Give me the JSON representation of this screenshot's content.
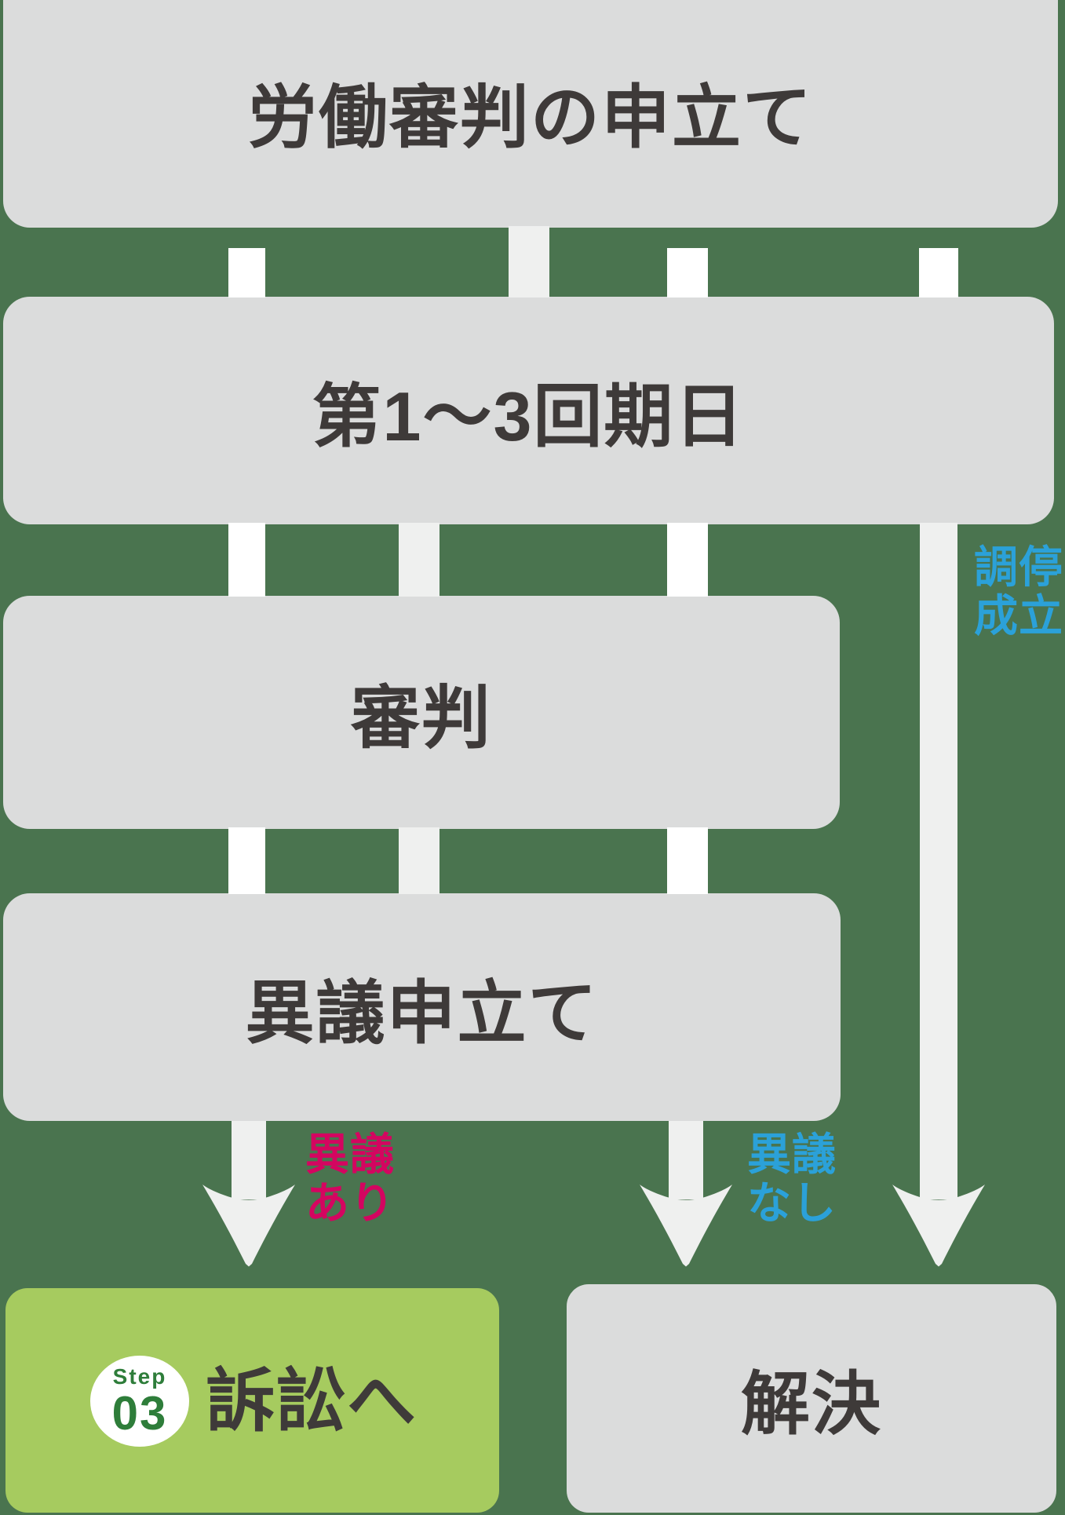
{
  "palette": {
    "background": "#4a744f",
    "box_fill": "#dbdcdc",
    "text_dark": "#3e3a39",
    "connector_white": "#ffffff",
    "connector_light": "#eff0ef",
    "accent_blue": "#2ba1d9",
    "accent_pink": "#d40560",
    "outcome_green": "#a6cb5f",
    "badge_green": "#2e7d3a"
  },
  "steps": [
    {
      "label": "労働審判の申立て"
    },
    {
      "label": "第1〜3回期日"
    },
    {
      "label": "審判"
    },
    {
      "label": "異議申立て"
    }
  ],
  "branch_labels": {
    "mediation": {
      "line1": "調停",
      "line2": "成立"
    },
    "objection_yes": {
      "line1": "異議",
      "line2": "あり"
    },
    "objection_no": {
      "line1": "異議",
      "line2": "なし"
    }
  },
  "outcomes": {
    "litigation": {
      "badge_step": "Step",
      "badge_number": "03",
      "label": "訴訟へ"
    },
    "resolution": {
      "label": "解決"
    }
  }
}
